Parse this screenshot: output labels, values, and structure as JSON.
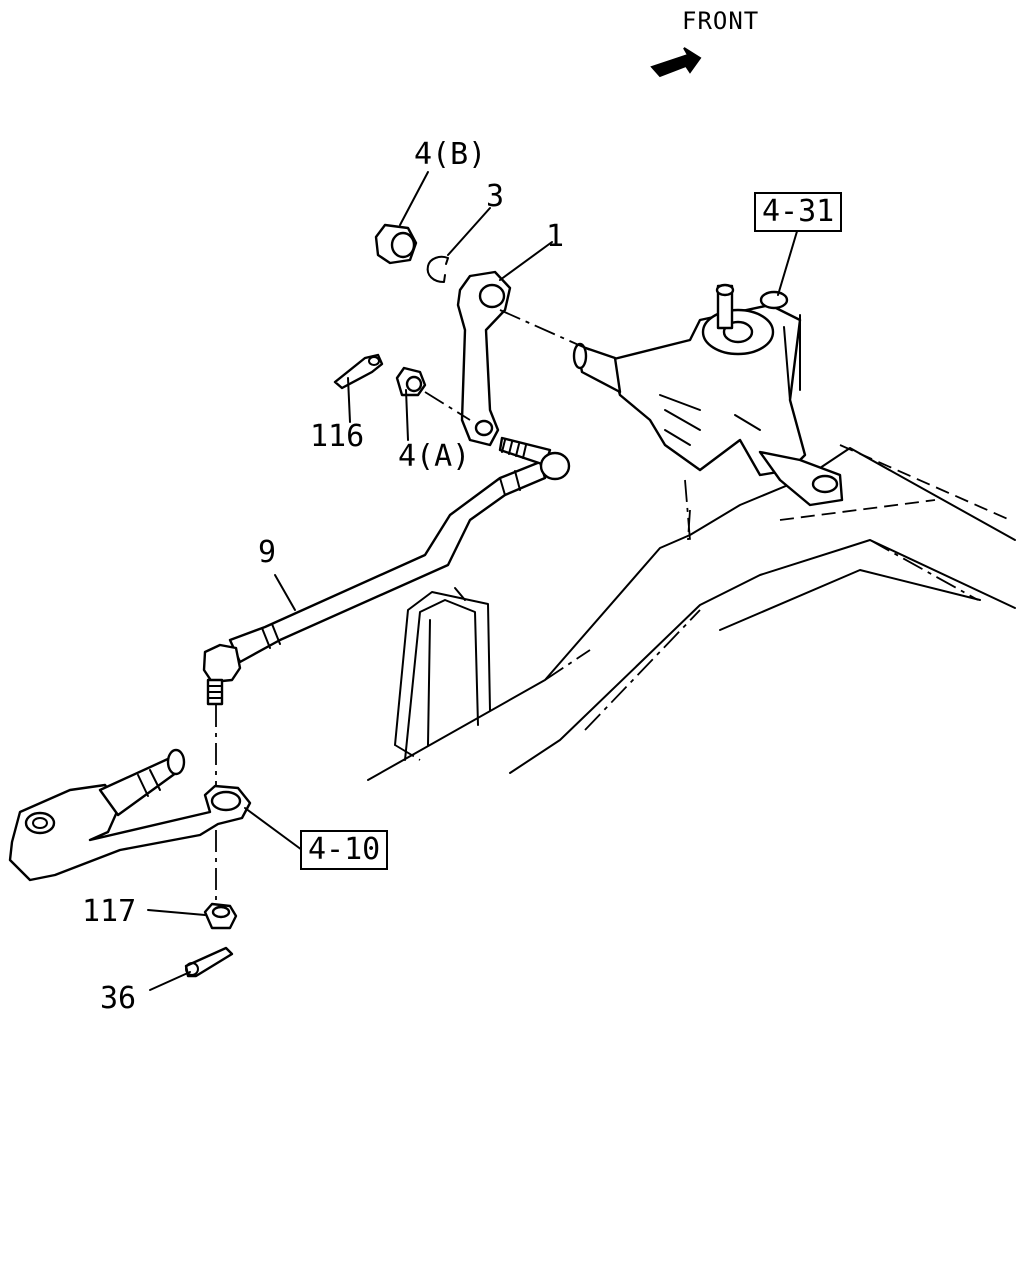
{
  "diagram": {
    "direction_label": "FRONT",
    "callouts": {
      "nut_b": "4(B)",
      "washer": "3",
      "pitman_arm": "1",
      "split_pin": "116",
      "nut_a": "4(A)",
      "drag_link": "9",
      "nut_117": "117",
      "pin_36": "36"
    },
    "reference_boxes": {
      "steering_gear": "4-31",
      "knuckle_arm": "4-10"
    }
  }
}
